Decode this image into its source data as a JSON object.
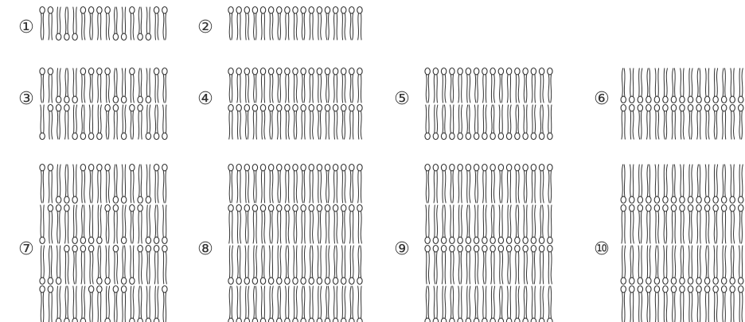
{
  "panels": [
    {
      "label": "①",
      "layers": [
        "head-up-mixed"
      ]
    },
    {
      "label": "②",
      "layers": [
        "head-up"
      ]
    },
    {
      "label": "③",
      "layers": [
        "head-up-mixed",
        "head-down-mixed"
      ]
    },
    {
      "label": "④",
      "layers": [
        "head-up",
        "head-up"
      ]
    },
    {
      "label": "⑤",
      "layers": [
        "head-up",
        "head-down"
      ]
    },
    {
      "label": "⑥",
      "layers": [
        "head-down",
        "head-up"
      ]
    },
    {
      "label": "⑦",
      "layers": [
        "head-up-mixed",
        "head-down-mixed",
        "head-up-mixed",
        "head-down-mixed"
      ]
    },
    {
      "label": "⑧",
      "layers": [
        "head-up",
        "head-up",
        "head-down",
        "head-down"
      ]
    },
    {
      "label": "⑨",
      "layers": [
        "head-up",
        "head-down",
        "head-up",
        "head-down"
      ]
    },
    {
      "label": "⑩",
      "layers": [
        "head-down",
        "head-up",
        "head-down",
        "head-up"
      ]
    }
  ],
  "colors": {
    "ink": "#333333",
    "background": "#ffffff"
  }
}
